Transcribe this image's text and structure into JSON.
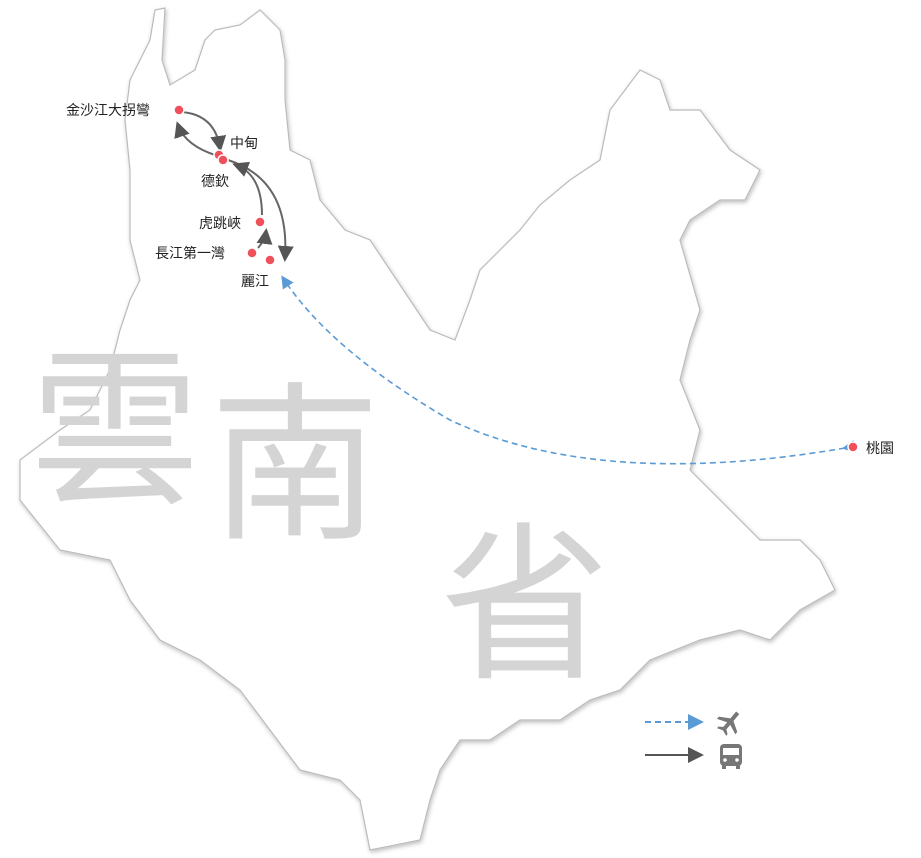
{
  "map": {
    "province_chars": [
      "雲",
      "南",
      "省"
    ],
    "places": [
      {
        "name": "金沙江大拐彎"
      },
      {
        "name": "中甸"
      },
      {
        "name": "德欽"
      },
      {
        "name": "虎跳峽"
      },
      {
        "name": "長江第一灣"
      },
      {
        "name": "麗江"
      },
      {
        "name": "桃園"
      }
    ],
    "colors": {
      "flight": "#5b9bd5",
      "bus": "#555555",
      "marker": "#f0505a",
      "outline": "#bbbbbb",
      "watermark": "#d4d4d4"
    }
  },
  "legend": [
    {
      "icon": "airplane-icon",
      "line": "dashed-blue"
    },
    {
      "icon": "bus-icon",
      "line": "solid-gray"
    }
  ]
}
